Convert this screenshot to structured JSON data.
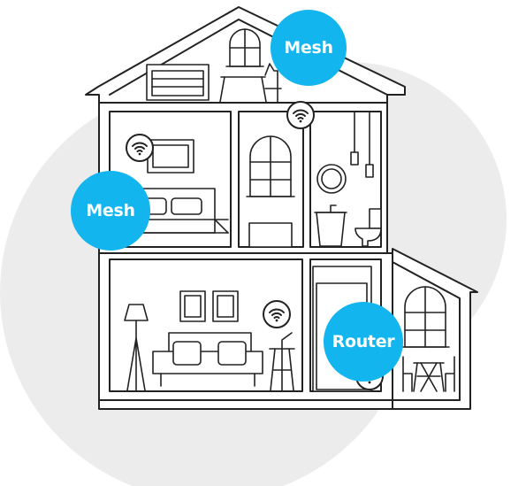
{
  "badges": {
    "mesh_top": "Mesh",
    "mesh_left": "Mesh",
    "router": "Router"
  },
  "colors": {
    "badge": "#12b5ee",
    "background_circles": "#ececec",
    "line": "#222222",
    "wall_fill": "#ffffff"
  },
  "icons": [
    "wifi-icon",
    "wifi-icon",
    "wifi-icon",
    "wifi-icon"
  ]
}
